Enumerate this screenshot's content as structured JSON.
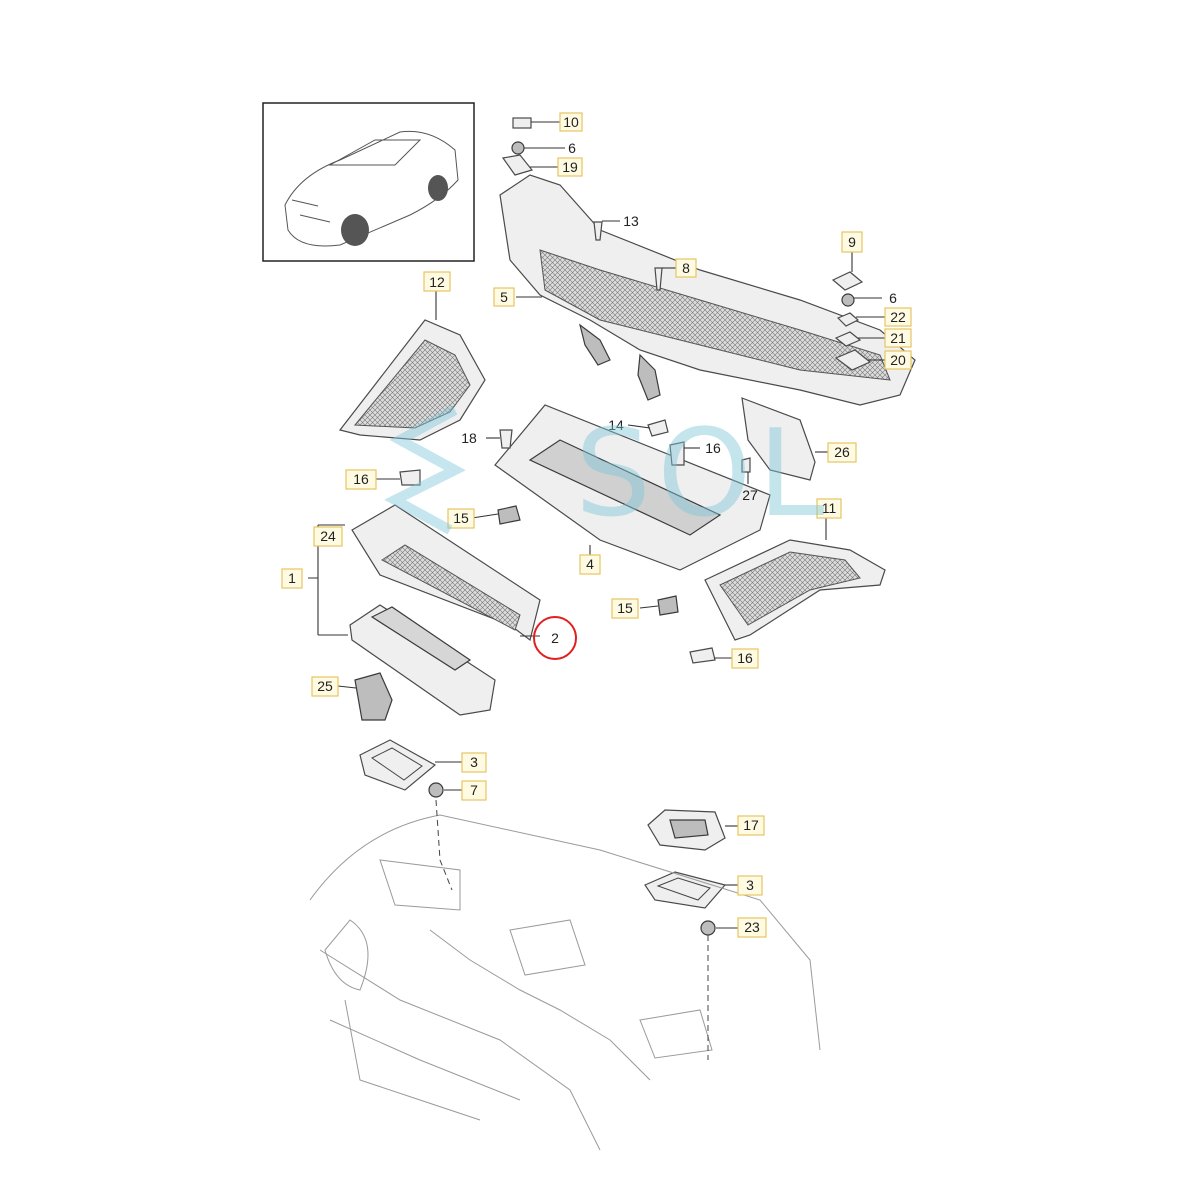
{
  "watermark": "SOL",
  "highlight_color": "#e02020",
  "label_box_color": "#fffbe3",
  "callouts": [
    {
      "id": "10",
      "text": "10"
    },
    {
      "id": "6a",
      "text": "6"
    },
    {
      "id": "19",
      "text": "19"
    },
    {
      "id": "13",
      "text": "13"
    },
    {
      "id": "8",
      "text": "8"
    },
    {
      "id": "9",
      "text": "9"
    },
    {
      "id": "6b",
      "text": "6"
    },
    {
      "id": "22",
      "text": "22"
    },
    {
      "id": "21",
      "text": "21"
    },
    {
      "id": "20",
      "text": "20"
    },
    {
      "id": "5",
      "text": "5"
    },
    {
      "id": "12",
      "text": "12"
    },
    {
      "id": "14",
      "text": "14"
    },
    {
      "id": "18",
      "text": "18"
    },
    {
      "id": "16a",
      "text": "16"
    },
    {
      "id": "26",
      "text": "26"
    },
    {
      "id": "16b",
      "text": "16"
    },
    {
      "id": "27",
      "text": "27"
    },
    {
      "id": "15a",
      "text": "15"
    },
    {
      "id": "11",
      "text": "11"
    },
    {
      "id": "24",
      "text": "24"
    },
    {
      "id": "4",
      "text": "4"
    },
    {
      "id": "1",
      "text": "1"
    },
    {
      "id": "2",
      "text": "2"
    },
    {
      "id": "15b",
      "text": "15"
    },
    {
      "id": "16c",
      "text": "16"
    },
    {
      "id": "25",
      "text": "25"
    },
    {
      "id": "3a",
      "text": "3"
    },
    {
      "id": "7",
      "text": "7"
    },
    {
      "id": "17",
      "text": "17"
    },
    {
      "id": "3b",
      "text": "3"
    },
    {
      "id": "23",
      "text": "23"
    }
  ]
}
